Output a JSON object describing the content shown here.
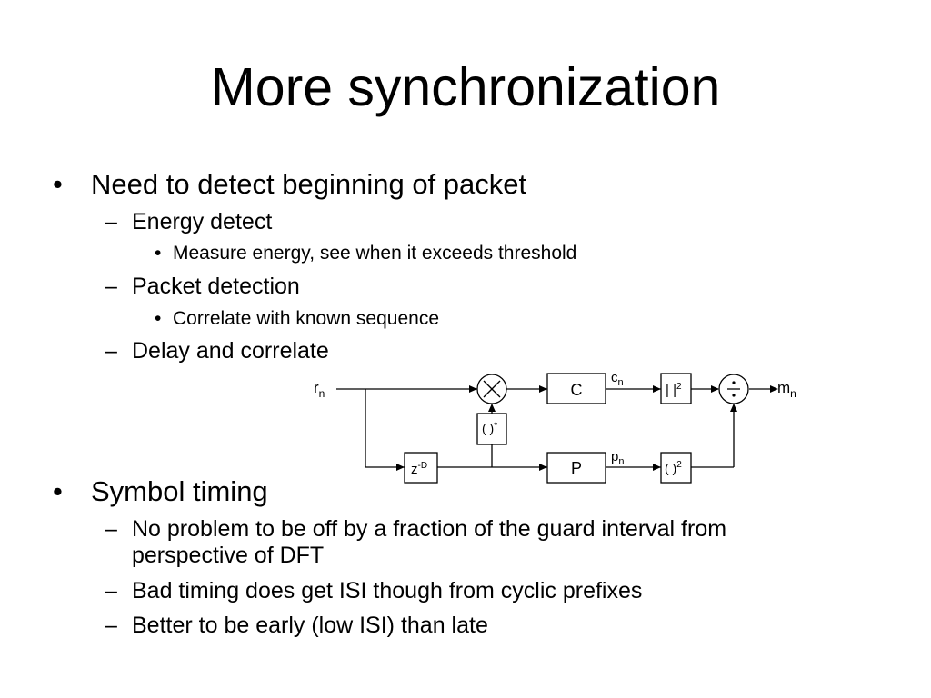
{
  "slide": {
    "title": "More synchronization",
    "bullets": {
      "b1": "Need to detect beginning of packet",
      "b1_s1": "Energy detect",
      "b1_s1_a": "Measure energy, see when it exceeds threshold",
      "b1_s2": "Packet detection",
      "b1_s2_a": "Correlate with known sequence",
      "b1_s3": "Delay and correlate",
      "b2": "Symbol timing",
      "b2_s1_line1": "No problem to be off by a fraction of the guard interval from",
      "b2_s1_line2": "perspective of DFT",
      "b2_s2": "Bad timing does get ISI though from cyclic prefixes",
      "b2_s3": "Better to be early (low ISI) than late"
    },
    "markers": {
      "level1": "•",
      "level2": "–",
      "level3": "•"
    }
  },
  "diagram": {
    "input": "r",
    "input_sub": "n",
    "conj_block": "( )",
    "conj_sup": "*",
    "correlator": "C",
    "c_out": "c",
    "c_out_sub": "n",
    "power": "P",
    "p_out": "p",
    "p_out_sub": "n",
    "delay": "z",
    "delay_sup": "-D",
    "abs_sq": "| |",
    "abs_sq_sup": "2",
    "sq": "( )",
    "sq_sup": "2",
    "output": "m",
    "output_sub": "n"
  }
}
